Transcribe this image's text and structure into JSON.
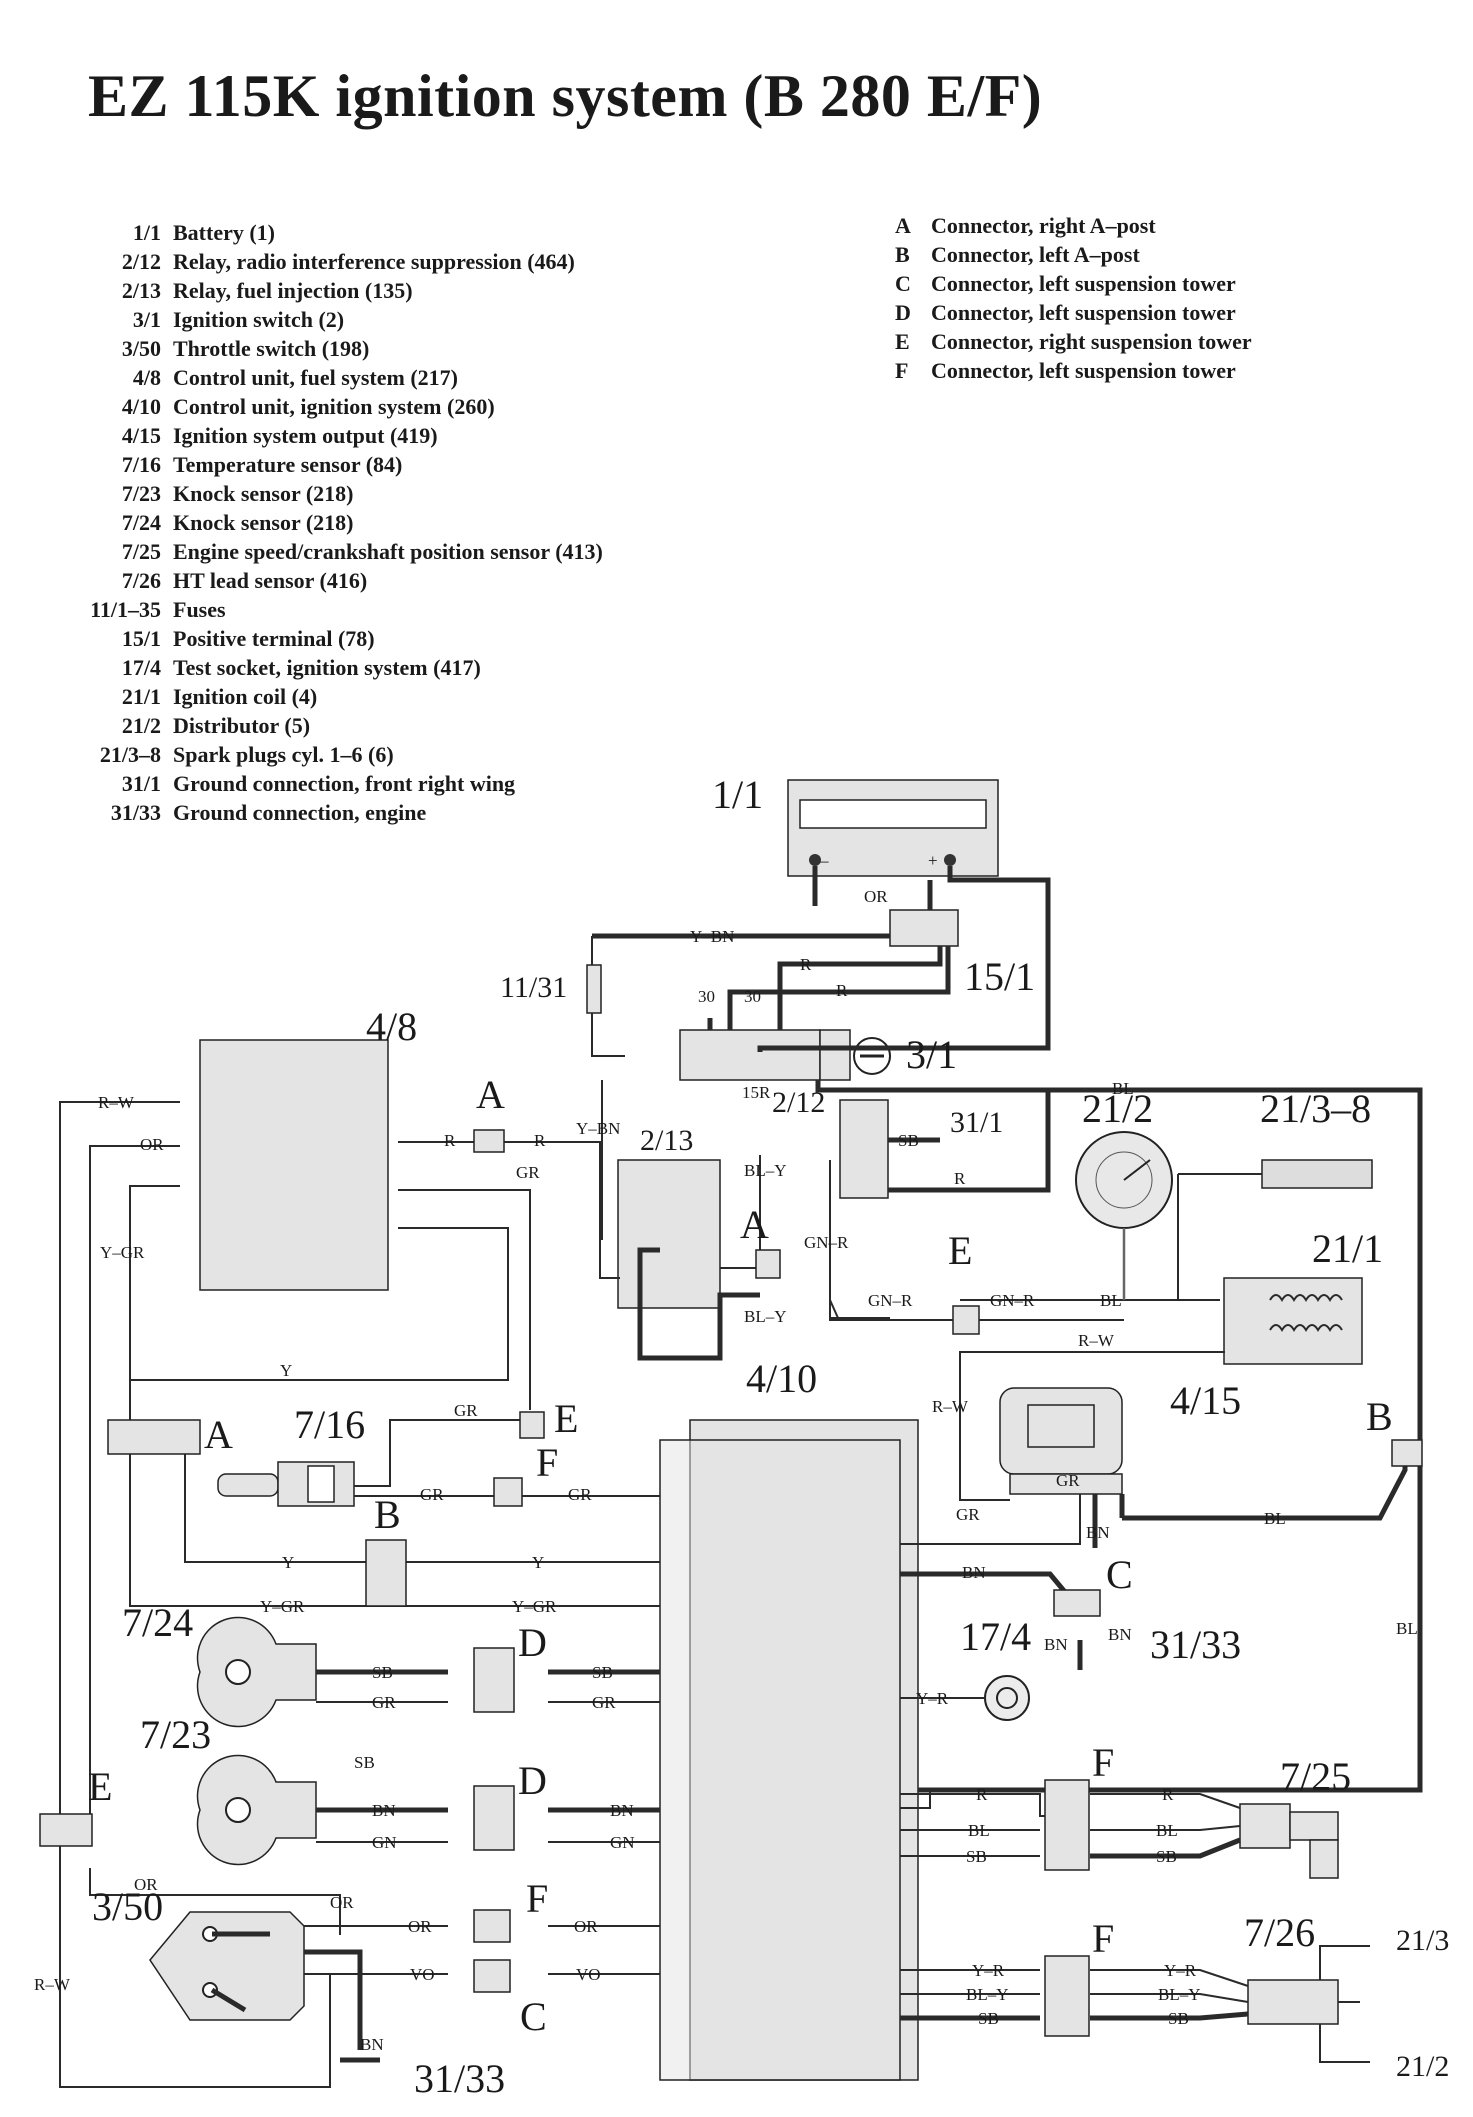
{
  "title": "EZ 115K ignition system (B 280 E/F)",
  "legend_components": [
    {
      "code": "1/1",
      "label": "Battery (1)"
    },
    {
      "code": "2/12",
      "label": "Relay, radio interference suppression (464)"
    },
    {
      "code": "2/13",
      "label": "Relay, fuel injection (135)"
    },
    {
      "code": "3/1",
      "label": "Ignition switch (2)"
    },
    {
      "code": "3/50",
      "label": "Throttle switch (198)"
    },
    {
      "code": "4/8",
      "label": "Control unit, fuel system (217)"
    },
    {
      "code": "4/10",
      "label": "Control unit, ignition system (260)"
    },
    {
      "code": "4/15",
      "label": "Ignition system output (419)"
    },
    {
      "code": "7/16",
      "label": "Temperature sensor (84)"
    },
    {
      "code": "7/23",
      "label": "Knock sensor (218)"
    },
    {
      "code": "7/24",
      "label": "Knock sensor (218)"
    },
    {
      "code": "7/25",
      "label": "Engine speed/crankshaft position sensor (413)"
    },
    {
      "code": "7/26",
      "label": "HT lead sensor (416)"
    },
    {
      "code": "11/1–35",
      "label": "Fuses"
    },
    {
      "code": "15/1",
      "label": "Positive terminal (78)"
    },
    {
      "code": "17/4",
      "label": "Test socket, ignition system (417)"
    },
    {
      "code": "21/1",
      "label": "Ignition coil (4)"
    },
    {
      "code": "21/2",
      "label": "Distributor (5)"
    },
    {
      "code": "21/3–8",
      "label": "Spark plugs cyl. 1–6 (6)"
    },
    {
      "code": "31/1",
      "label": "Ground connection, front right wing"
    },
    {
      "code": "31/33",
      "label": "Ground connection, engine"
    }
  ],
  "legend_connectors": [
    {
      "code": "A",
      "label": "Connector, right A–post"
    },
    {
      "code": "B",
      "label": "Connector, left A–post"
    },
    {
      "code": "C",
      "label": "Connector, left suspension tower"
    },
    {
      "code": "D",
      "label": "Connector, left suspension tower"
    },
    {
      "code": "E",
      "label": "Connector, right suspension tower"
    },
    {
      "code": "F",
      "label": "Connector, left suspension tower"
    }
  ],
  "diagram": {
    "components": {
      "c1_1": "1/1",
      "c11_31": "11/31",
      "c15_1": "15/1",
      "c3_1": "3/1",
      "c4_8": "4/8",
      "c2_13": "2/13",
      "c2_12": "2/12",
      "c31_1": "31/1",
      "c21_2": "21/2",
      "c21_3_8": "21/3–8",
      "c21_1": "21/1",
      "c4_10": "4/10",
      "c4_15": "4/15",
      "c7_16": "7/16",
      "c7_24": "7/24",
      "c7_23": "7/23",
      "c17_4": "17/4",
      "c31_33": "31/33",
      "c31_33b": "31/33",
      "c7_25": "7/25",
      "c3_50": "3/50",
      "c7_26": "7/26",
      "c21_3": "21/3",
      "c21_2b": "21/2"
    },
    "connector_letters": {
      "A": "A",
      "B": "B",
      "C": "C",
      "D": "D",
      "E": "E",
      "F": "F"
    },
    "wire_colors": {
      "Y_BN": "Y–BN",
      "R": "R",
      "OR": "OR",
      "BL": "BL",
      "R_W": "R–W",
      "GR": "GR",
      "Y_GR": "Y–GR",
      "Y": "Y",
      "BL_Y": "BL–Y",
      "GN_R": "GN–R",
      "SB": "SB",
      "BN": "BN",
      "GN": "GN",
      "Y_R": "Y–R",
      "VO": "VO"
    },
    "terminals": {
      "t30": "30",
      "t15R": "15R"
    },
    "battery_symbols": {
      "minus": "–",
      "plus": "+"
    }
  }
}
